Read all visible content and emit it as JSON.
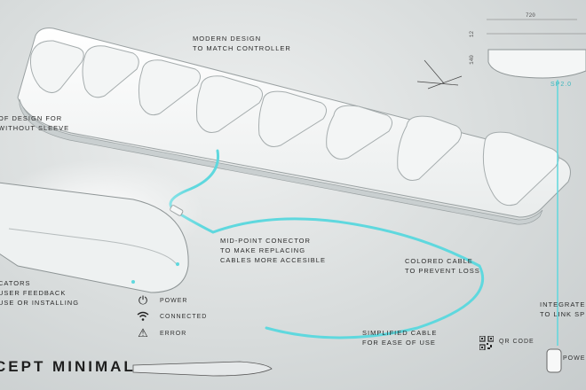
{
  "labels": {
    "modern_design": [
      "MODERN DESIGN",
      "TO MATCH CONTROLLER"
    ],
    "proof_design": [
      "OF DESIGN FOR",
      "WITHOUT SLEEVE"
    ],
    "midpoint": [
      "MID-POINT CONECTOR",
      "TO MAKE REPLACING",
      "CABLES MORE ACCESIBLE"
    ],
    "colored_cable": [
      "COLORED CABLE",
      "TO PREVENT LOSS"
    ],
    "indicators": [
      "CATORS",
      "USER FEEDBACK",
      "USE OR INSTALLING"
    ],
    "simplified": [
      "SIMPLIFIED CABLE",
      "FOR EASE OF USE"
    ],
    "integrated": [
      "INTEGRATED",
      "TO LINK SP T"
    ]
  },
  "legend": [
    {
      "icon": "power-icon",
      "label": "POWER"
    },
    {
      "icon": "wifi-icon",
      "label": "CONNECTED"
    },
    {
      "icon": "warning-icon",
      "label": "ERROR"
    }
  ],
  "title": "CEPT MINIMAL",
  "dimensions": {
    "width": "720",
    "height_a": "12",
    "height_b": "140"
  },
  "sp_label": "SP2.0",
  "qr_label": "QR CODE",
  "power_label": "POWE",
  "colors": {
    "accent_cyan": "#5fd8de",
    "bar_white": "#f6f7f7",
    "outline": "#8e9596"
  }
}
